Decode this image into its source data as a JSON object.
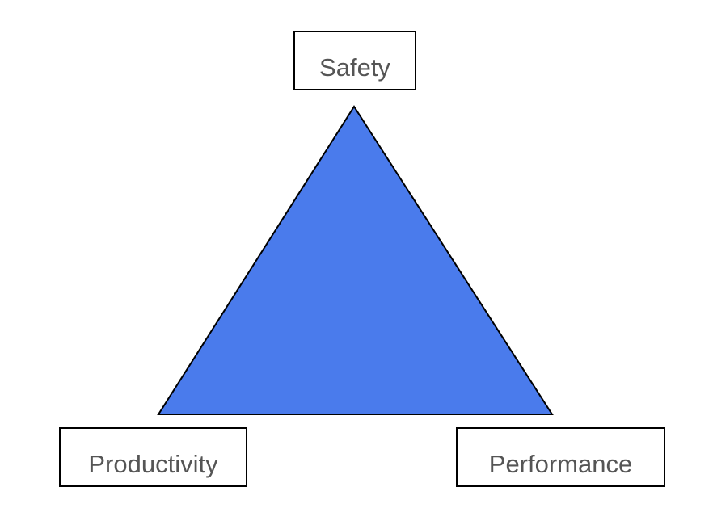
{
  "diagram": {
    "shape": "triangle",
    "fill_color": "#4a7bec",
    "stroke_color": "#000000",
    "labels": {
      "top": "Safety",
      "bottom_left": "Productivity",
      "bottom_right": "Performance"
    },
    "text_color": "#555555"
  }
}
